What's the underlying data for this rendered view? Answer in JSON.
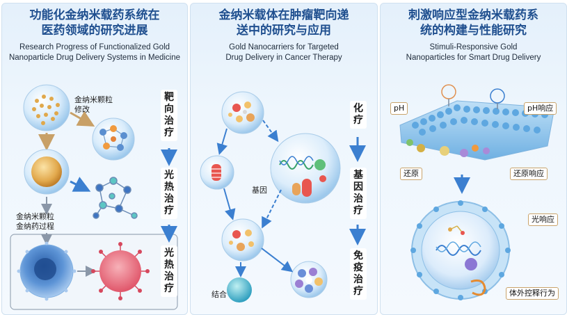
{
  "panel1": {
    "title_cn": [
      "功能化金纳米载药系统在",
      "医药领域的研究进展"
    ],
    "title_en": [
      "Research Progress of Functionalized Gold",
      "Nanoparticle Drug Delivery Systems in Medicine"
    ],
    "label_modify": [
      "金纳米颗粒",
      "修改"
    ],
    "label_process": [
      "金纳米颗粒",
      "金纳药过程"
    ],
    "side_labels": [
      "靶向治疗",
      "光热治疗",
      "光热治疗"
    ]
  },
  "panel2": {
    "title_cn": [
      "金纳米载体在肿瘤靶向递",
      "送中的研究与应用"
    ],
    "title_en": [
      "Gold Nanocarriers for Targeted",
      "Drug Delivery in Cancer Therapy"
    ],
    "label_gene": "基因",
    "label_bind": "结合",
    "side_labels": [
      "化疗",
      "基因治疗",
      "免疫治疗"
    ]
  },
  "panel3": {
    "title_cn": [
      "刺激响应型金纳米载药系",
      "统的构建与性能研究"
    ],
    "title_en": [
      "Stimuli-Responsive Gold",
      "Nanoparticles for Smart Drug Delivery"
    ],
    "tags": {
      "ph": "pH",
      "ph_response": "pH响应",
      "reduction": "还原",
      "reduction_response": "还原响应",
      "light_response": "光响应",
      "release": "体外控释行为"
    }
  },
  "colors": {
    "title": "#1f4f8f",
    "arrow": "#3b7fd0",
    "gold": "#e2b15a",
    "lipid": "#8fc3ea"
  }
}
